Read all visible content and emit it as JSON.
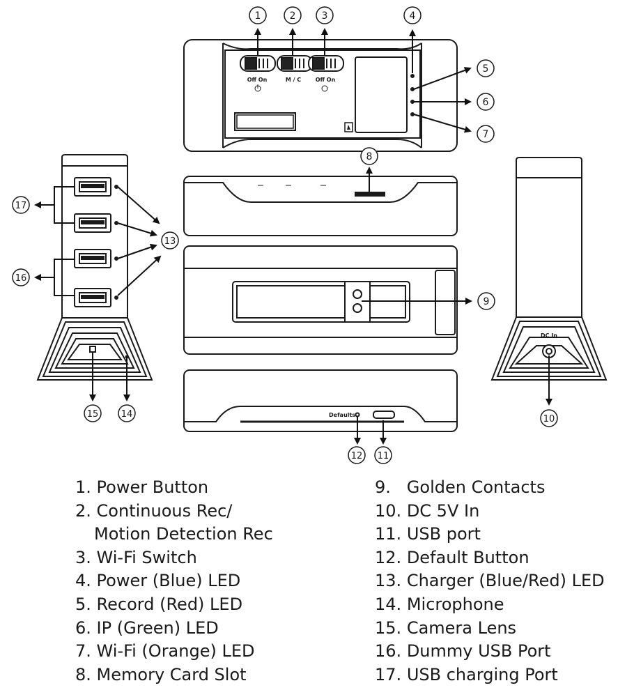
{
  "callouts": [
    "1",
    "2",
    "3",
    "4",
    "5",
    "6",
    "7",
    "8",
    "9",
    "10",
    "11",
    "12",
    "13",
    "14",
    "15",
    "16",
    "17"
  ],
  "device_labels": {
    "switch1": "Off  On",
    "switch2": "M / C",
    "switch3": "Off  On",
    "defaults": "Defaults",
    "dc_in": "DC In"
  },
  "legend": {
    "left": [
      {
        "num": "1.",
        "text": "Power Button"
      },
      {
        "num": "2.",
        "text": "Continuous Rec/"
      },
      {
        "num": "",
        "text": "Motion Detection Rec"
      },
      {
        "num": "3.",
        "text": "Wi-Fi Switch"
      },
      {
        "num": "4.",
        "text": "Power (Blue) LED"
      },
      {
        "num": "5.",
        "text": "Record (Red) LED"
      },
      {
        "num": "6.",
        "text": "IP (Green) LED"
      },
      {
        "num": "7.",
        "text": "Wi-Fi (Orange) LED"
      },
      {
        "num": "8.",
        "text": "Memory Card Slot"
      }
    ],
    "right": [
      {
        "num": "9.",
        "text": "Golden Contacts"
      },
      {
        "num": "10.",
        "text": "DC 5V In"
      },
      {
        "num": "11.",
        "text": "USB port"
      },
      {
        "num": "12.",
        "text": "Default Button"
      },
      {
        "num": "13.",
        "text": "Charger (Blue/Red) LED"
      },
      {
        "num": "14.",
        "text": "Microphone"
      },
      {
        "num": "15.",
        "text": "Camera Lens"
      },
      {
        "num": "16.",
        "text": "Dummy USB Port"
      },
      {
        "num": "17.",
        "text": "USB charging Port"
      }
    ]
  }
}
